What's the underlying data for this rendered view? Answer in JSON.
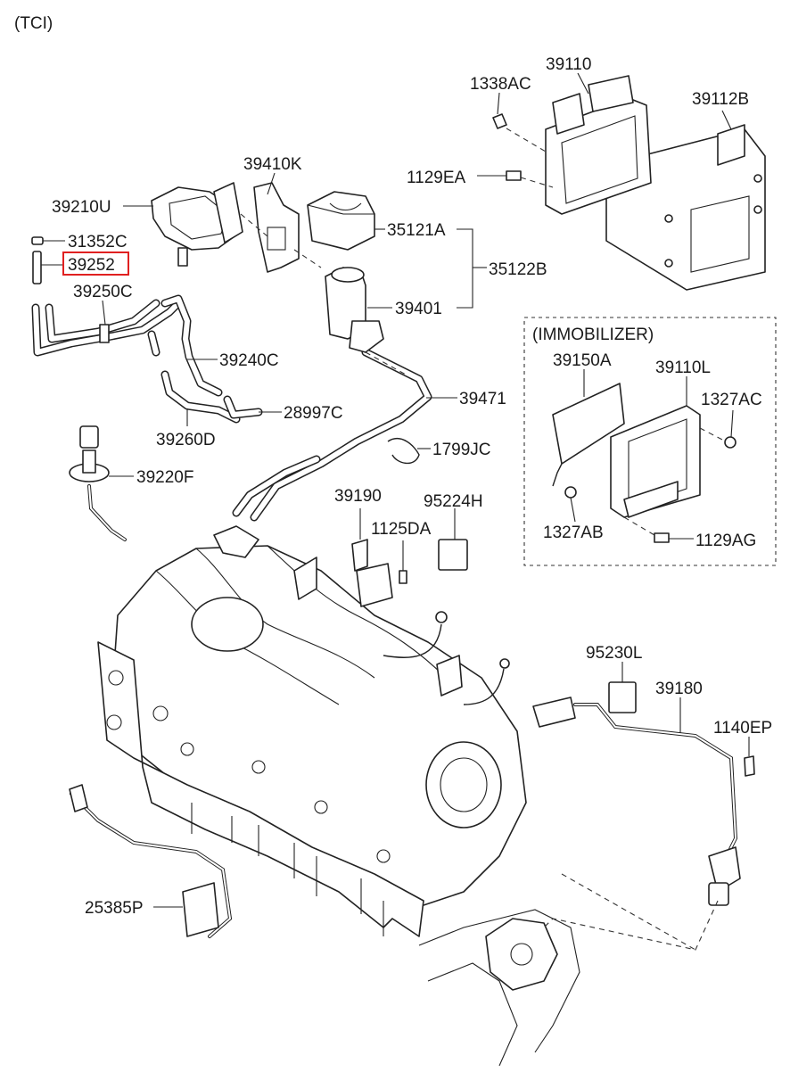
{
  "variant_label": "(TCI)",
  "immobilizer_label": "(IMMOBILIZER)",
  "highlight_color": "#e02020",
  "parts": {
    "p39110": "39110",
    "p1338AC": "1338AC",
    "p39112B": "39112B",
    "p1129EA": "1129EA",
    "p39410K": "39410K",
    "p39210U": "39210U",
    "p35121A": "35121A",
    "p31352C": "31352C",
    "p39252": "39252",
    "p35122B": "35122B",
    "p39250C": "39250C",
    "p39401": "39401",
    "p39240C": "39240C",
    "p28997C": "28997C",
    "p39471": "39471",
    "p39260D": "39260D",
    "p1799JC": "1799JC",
    "p39220F": "39220F",
    "p39190": "39190",
    "p95224H": "95224H",
    "p1125DA": "1125DA",
    "p39150A": "39150A",
    "p39110L": "39110L",
    "p1327AC": "1327AC",
    "p1327AB": "1327AB",
    "p1129AG": "1129AG",
    "p95230L": "95230L",
    "p39180": "39180",
    "p1140EP": "1140EP",
    "p25385P": "25385P"
  }
}
